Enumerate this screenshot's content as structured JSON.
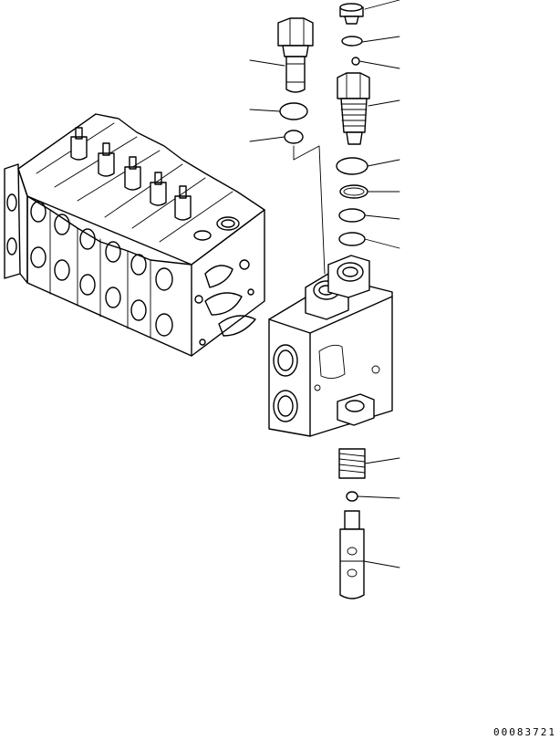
{
  "figure": {
    "drawing_code": "00083721",
    "line_color": "#000000",
    "background_color": "#ffffff"
  },
  "parts": [
    {
      "id": "plug-cap"
    },
    {
      "id": "o-ring-small-top"
    },
    {
      "id": "ball"
    },
    {
      "id": "relief-valve-body"
    },
    {
      "id": "o-ring-a"
    },
    {
      "id": "backup-ring"
    },
    {
      "id": "o-ring-b"
    },
    {
      "id": "o-ring-c"
    },
    {
      "id": "spring"
    },
    {
      "id": "poppet-ball"
    },
    {
      "id": "spool"
    },
    {
      "id": "plug-assembly"
    },
    {
      "id": "o-ring-left-1"
    },
    {
      "id": "o-ring-left-2"
    }
  ]
}
